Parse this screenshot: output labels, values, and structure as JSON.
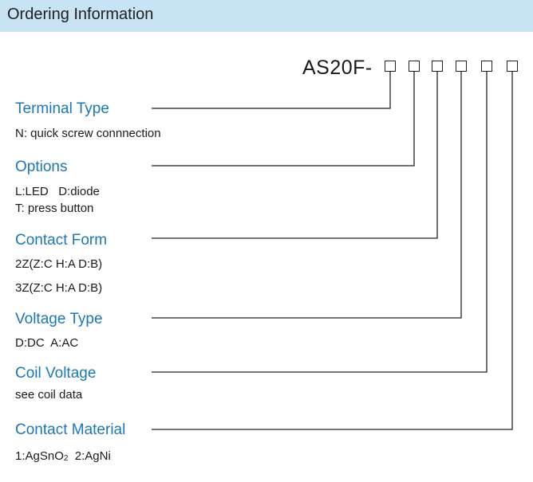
{
  "header": {
    "title": "Ordering Information"
  },
  "model": {
    "prefix": "AS20F-",
    "box_count": 6
  },
  "sections": [
    {
      "title": "Terminal Type",
      "lines": [
        "N: quick screw connnection"
      ]
    },
    {
      "title": "Options",
      "lines": [
        "L:LED   D:diode",
        "T: press button"
      ]
    },
    {
      "title": "Contact Form",
      "lines": [
        "2Z(Z:C H:A D:B)",
        "3Z(Z:C H:A D:B)"
      ]
    },
    {
      "title": "Voltage Type",
      "lines": [
        "D:DC  A:AC"
      ]
    },
    {
      "title": "Coil Voltage",
      "lines": [
        "see coil data"
      ]
    },
    {
      "title": "Contact Material",
      "lines": [
        "1:AgSnO",
        "2",
        "  2:AgNi"
      ]
    }
  ],
  "colors": {
    "header_bg": "#c8e3f3",
    "section_title": "#1c78b4",
    "text": "#1a1a1a"
  }
}
